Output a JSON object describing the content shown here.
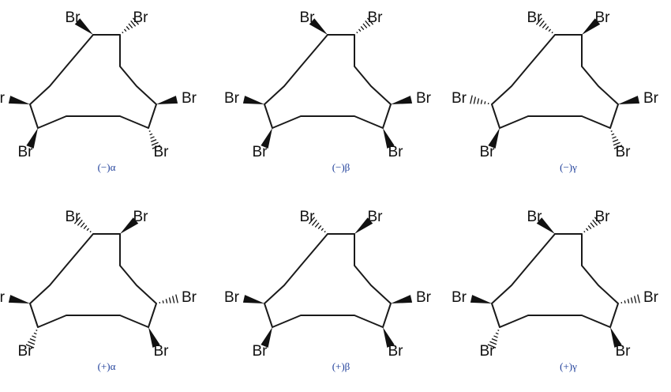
{
  "labels": {
    "atom": "Br"
  },
  "colors": {
    "bond": "#1a1a1a",
    "caption": "#1f3f9a"
  },
  "isomers": [
    {
      "caption": "(−)α",
      "bonds": [
        "wedge",
        "hash",
        "wedge",
        "hash",
        "wedge",
        "wedge"
      ]
    },
    {
      "caption": "(−)β",
      "bonds": [
        "wedge",
        "hash",
        "wedge",
        "wedge",
        "wedge",
        "wedge"
      ]
    },
    {
      "caption": "(−)γ",
      "bonds": [
        "hash",
        "wedge",
        "wedge",
        "hash",
        "wedge",
        "hash"
      ]
    },
    {
      "caption": "(+)α",
      "bonds": [
        "hash",
        "wedge",
        "hash",
        "wedge",
        "hash",
        "wedge"
      ]
    },
    {
      "caption": "(+)β",
      "bonds": [
        "hash",
        "wedge",
        "wedge",
        "wedge",
        "wedge",
        "wedge"
      ]
    },
    {
      "caption": "(+)γ",
      "bonds": [
        "wedge",
        "hash",
        "hash",
        "wedge",
        "hash",
        "wedge"
      ]
    }
  ]
}
